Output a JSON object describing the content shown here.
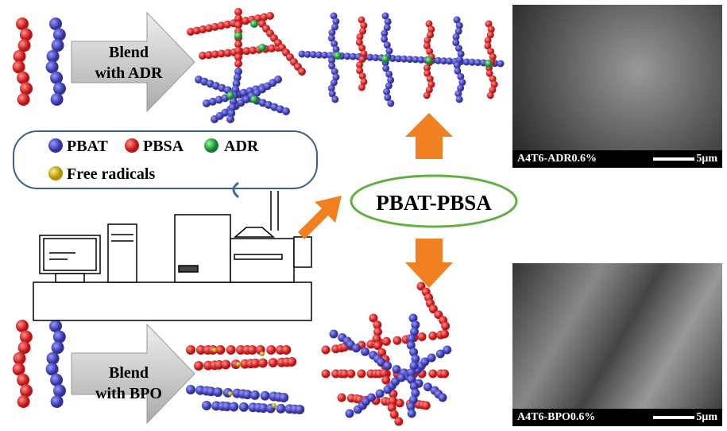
{
  "blend_top": {
    "line1": "Blend",
    "line2": "with ADR"
  },
  "blend_bottom": {
    "line1": "Blend",
    "line2": "with BPO"
  },
  "legend": {
    "pbat": "PBAT",
    "pbsa": "PBSA",
    "adr": "ADR",
    "free_radicals": "Free radicals"
  },
  "center_label": "PBAT-PBSA",
  "sem_top": {
    "label": "A4T6-ADR0.6%",
    "scale": "5μm"
  },
  "sem_bottom": {
    "label": "A4T6-BPO0.6%",
    "scale": "5μm"
  },
  "colors": {
    "pbat": "#4a4ad0",
    "pbsa": "#e02020",
    "adr": "#20b040",
    "radical": "#e0c020",
    "arrow": "#f08020",
    "gray_arrow": "#c8c8c8"
  }
}
